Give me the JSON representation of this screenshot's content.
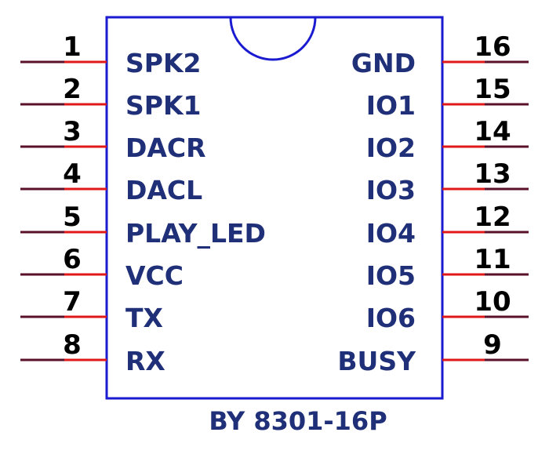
{
  "colors": {
    "body_outline": "#1a1ad0",
    "label_text": "#1f2f78",
    "pin_line_inner": "#e01818",
    "pin_line_outer": "#5a0f2a",
    "pin_number": "#000000"
  },
  "chip": {
    "part_name": "BY 8301-16P",
    "left_pins": [
      {
        "number": "1",
        "label": "SPK2"
      },
      {
        "number": "2",
        "label": "SPK1"
      },
      {
        "number": "3",
        "label": "DACR"
      },
      {
        "number": "4",
        "label": "DACL"
      },
      {
        "number": "5",
        "label": "PLAY_LED"
      },
      {
        "number": "6",
        "label": "VCC"
      },
      {
        "number": "7",
        "label": "TX"
      },
      {
        "number": "8",
        "label": "RX"
      }
    ],
    "right_pins": [
      {
        "number": "16",
        "label": "GND"
      },
      {
        "number": "15",
        "label": "IO1"
      },
      {
        "number": "14",
        "label": "IO2"
      },
      {
        "number": "13",
        "label": "IO3"
      },
      {
        "number": "12",
        "label": "IO4"
      },
      {
        "number": "11",
        "label": "IO5"
      },
      {
        "number": "10",
        "label": "IO6"
      },
      {
        "number": "9",
        "label": "BUSY"
      }
    ]
  }
}
